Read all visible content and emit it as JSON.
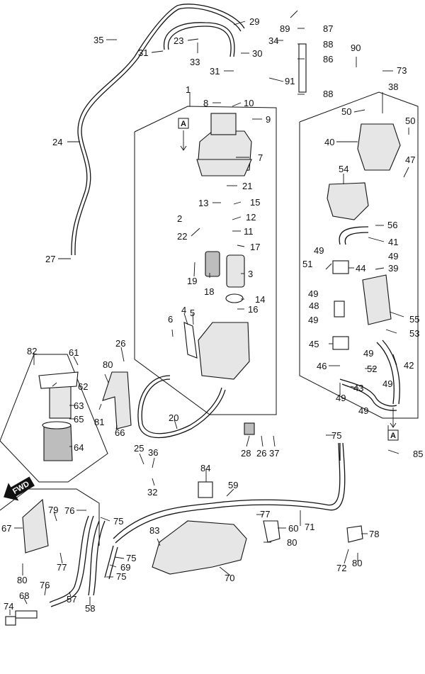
{
  "callouts": [
    "1",
    "2",
    "3",
    "4",
    "5",
    "6",
    "7",
    "8",
    "9",
    "10",
    "11",
    "12",
    "13",
    "14",
    "15",
    "16",
    "17",
    "18",
    "19",
    "20",
    "21",
    "22",
    "23",
    "24",
    "25",
    "26",
    "26",
    "27",
    "28",
    "29",
    "30",
    "31",
    "31",
    "32",
    "33",
    "34",
    "35",
    "36",
    "37",
    "38",
    "39",
    "40",
    "41",
    "42",
    "43",
    "44",
    "45",
    "46",
    "47",
    "48",
    "49",
    "49",
    "49",
    "49",
    "49",
    "49",
    "49",
    "49",
    "50",
    "50",
    "51",
    "52",
    "53",
    "54",
    "55",
    "56",
    "57",
    "58",
    "59",
    "60",
    "61",
    "62",
    "63",
    "64",
    "65",
    "66",
    "67",
    "68",
    "69",
    "70",
    "71",
    "72",
    "73",
    "74",
    "75",
    "75",
    "75",
    "75",
    "76",
    "76",
    "77",
    "77",
    "78",
    "79",
    "80",
    "80",
    "80",
    "80",
    "81",
    "82",
    "83",
    "84",
    "85",
    "86",
    "87",
    "88",
    "88",
    "89",
    "90",
    "91"
  ],
  "ref_labels": [
    "A",
    "A"
  ],
  "direction_label": "FWD"
}
